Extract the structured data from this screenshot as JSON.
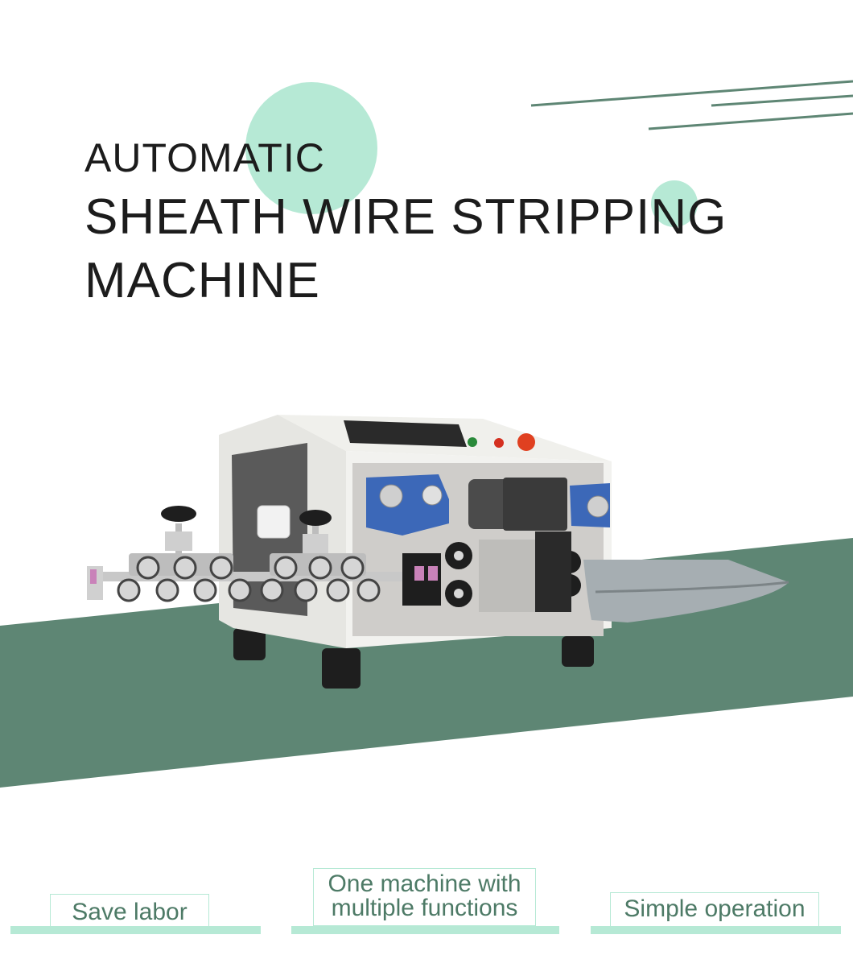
{
  "header": {
    "title_line_1": "AUTOMATIC",
    "title_line_2": "SHEATH WIRE STRIPPING",
    "title_line_3": "MACHINE"
  },
  "product_photo": {
    "subject": "sheath wire stripping machine"
  },
  "features": [
    {
      "label": "Save labor"
    },
    {
      "label_line_1": "One machine with",
      "label_line_2": "multiple functions"
    },
    {
      "label": "Simple operation"
    }
  ],
  "colors": {
    "accent_mint": "#b6e9d5",
    "band_green": "#5e8674",
    "deco_line": "#5e8674",
    "title_text": "#1c1c1c",
    "feature_text": "#4d7a66"
  }
}
